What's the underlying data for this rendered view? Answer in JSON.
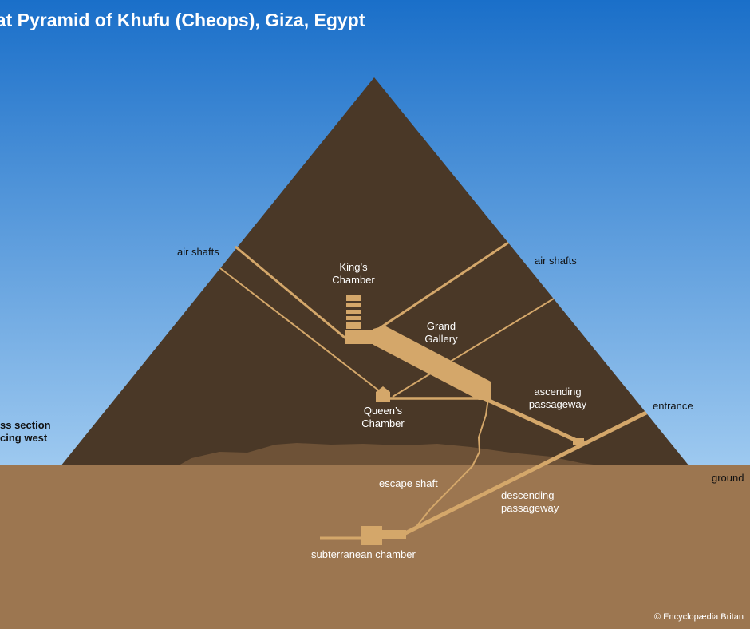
{
  "title": "eat Pyramid of Khufu (Cheops), Giza, Egypt",
  "labels": {
    "air_shafts_left": "air shafts",
    "air_shafts_right": "air shafts",
    "kings_chamber_line1": "King’s",
    "kings_chamber_line2": "Chamber",
    "grand_gallery_line1": "Grand",
    "grand_gallery_line2": "Gallery",
    "queens_chamber_line1": "Queen’s",
    "queens_chamber_line2": "Chamber",
    "ascending_line1": "ascending",
    "ascending_line2": "passageway",
    "entrance": "entrance",
    "cross_section_line1": "ss section",
    "cross_section_line2": "cing west",
    "ground": "ground",
    "escape_shaft": "escape shaft",
    "descending_line1": "descending",
    "descending_line2": "passageway",
    "subterranean": "subterranean chamber"
  },
  "copyright": "© Encyclopædia Britan",
  "colors": {
    "sky_top": "#1a6fc9",
    "sky_bottom": "#9fcaf0",
    "pyramid": "#4a3827",
    "bedrock": "#6e5237",
    "ground": "#9c7650",
    "passage": "#d4a76a"
  }
}
